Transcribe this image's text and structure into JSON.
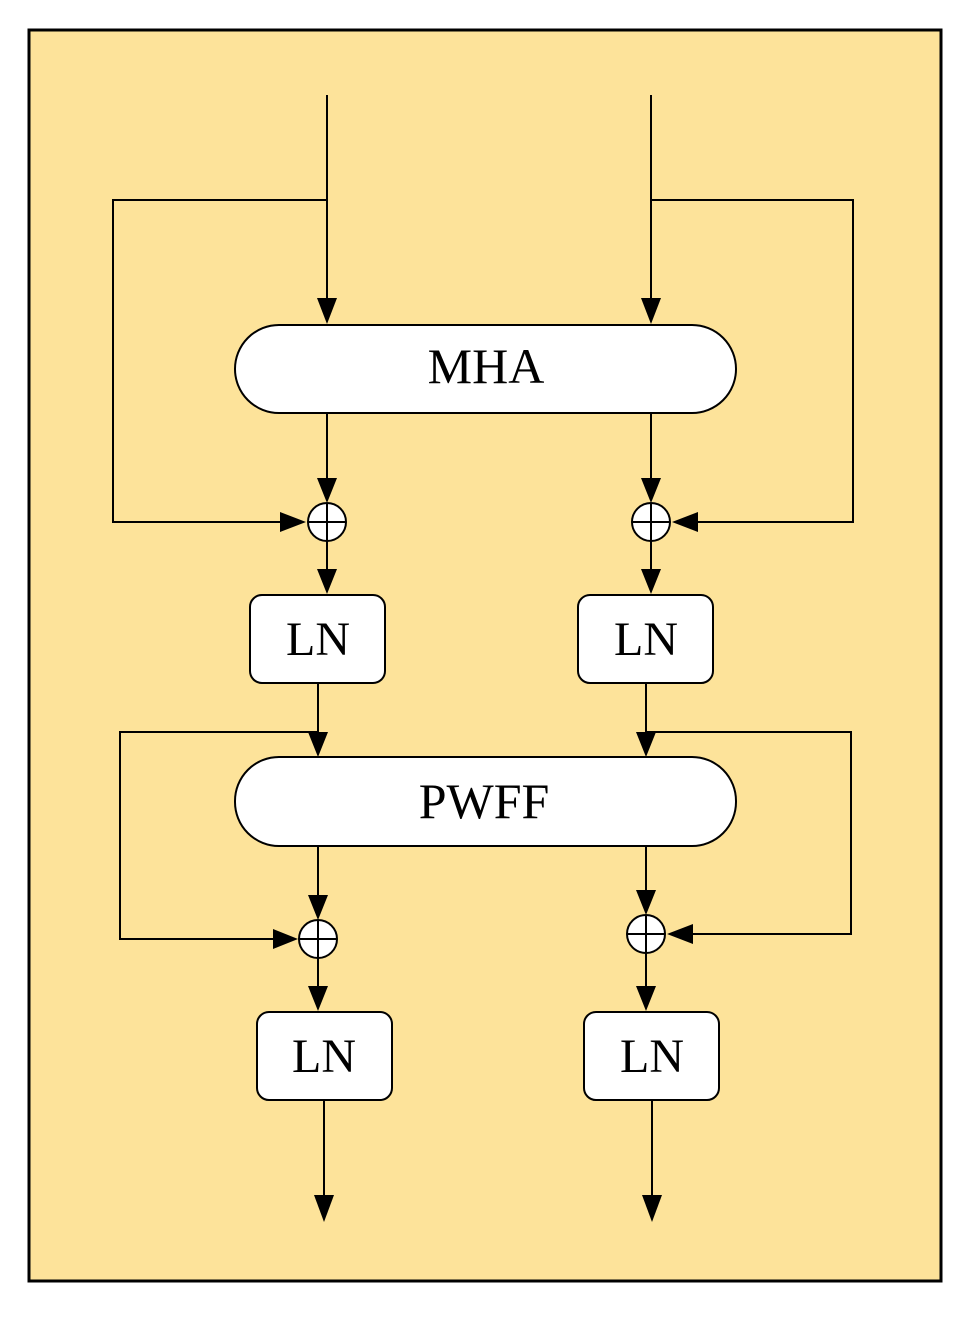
{
  "colors": {
    "panel_fill": "#fde39a",
    "stroke": "#000000",
    "node_fill": "#ffffff"
  },
  "nodes": {
    "mha_label": "MHA",
    "pwff_label": "PWFF",
    "ln_top_left_label": "LN",
    "ln_top_right_label": "LN",
    "ln_bottom_left_label": "LN",
    "ln_bottom_right_label": "LN"
  },
  "icons": {
    "adder": "circle-plus-icon",
    "arrowhead": "triangle-arrowhead-icon"
  }
}
